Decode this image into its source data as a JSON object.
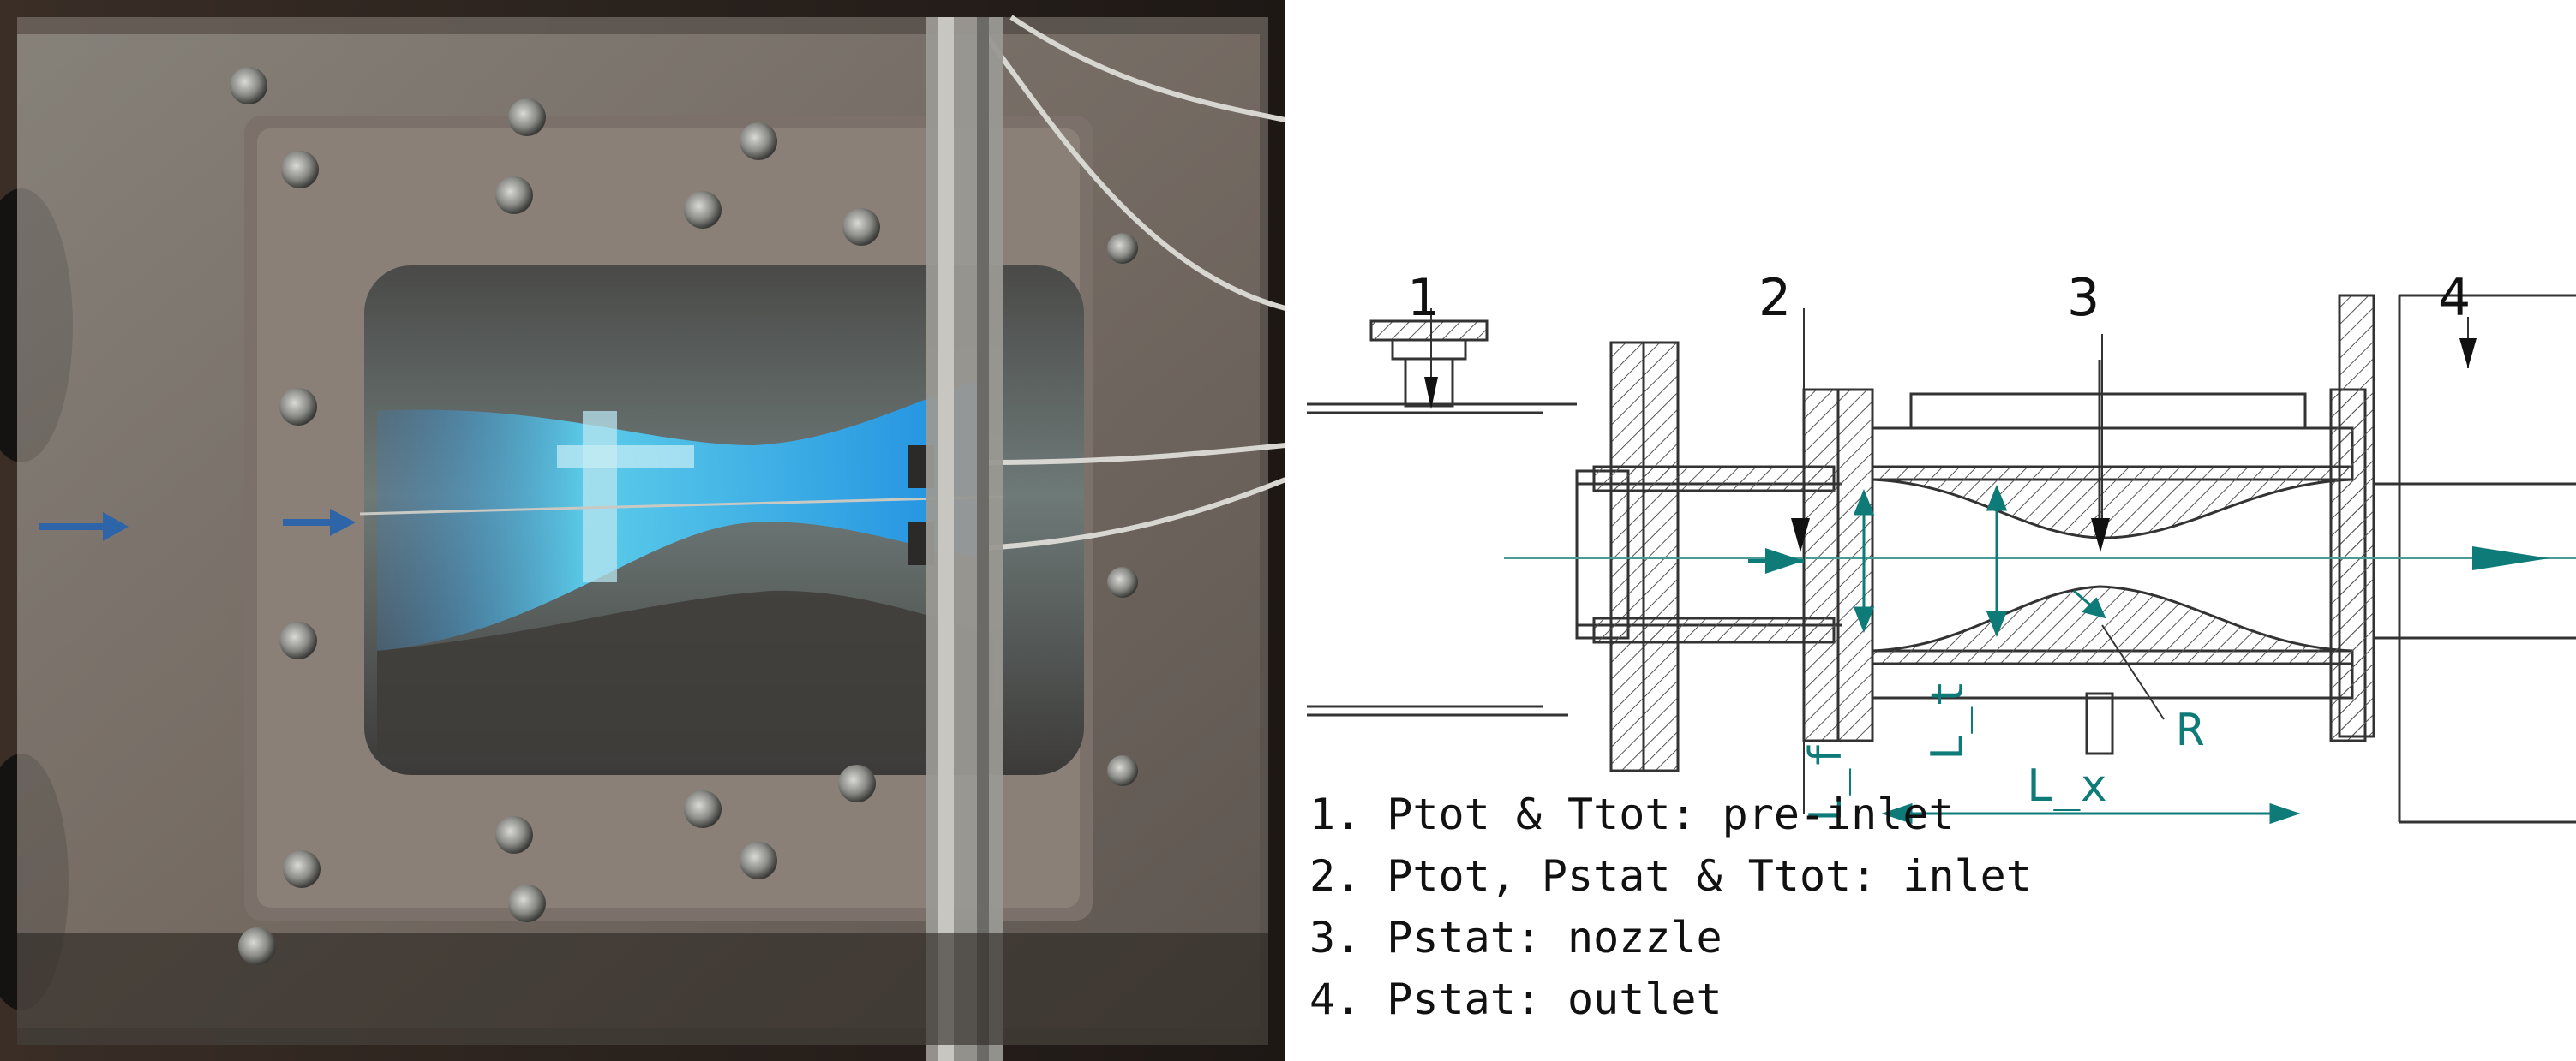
{
  "colors": {
    "teal": "#0f7b78",
    "steel": "#7d7a73",
    "glow": "#3aa8e8",
    "arrow_blue": "#2e64a8"
  },
  "station_labels": [
    "1",
    "2",
    "3",
    "4"
  ],
  "dimension_labels": {
    "lf": "L_f",
    "lt": "L_t",
    "lx": "L_x",
    "r": "R"
  },
  "legend": [
    "1. Ptot & Ttot: pre-inlet",
    "2. Ptot, Pstat & Ttot: inlet",
    "3. Pstat: nozzle",
    "4. Pstat: outlet"
  ]
}
